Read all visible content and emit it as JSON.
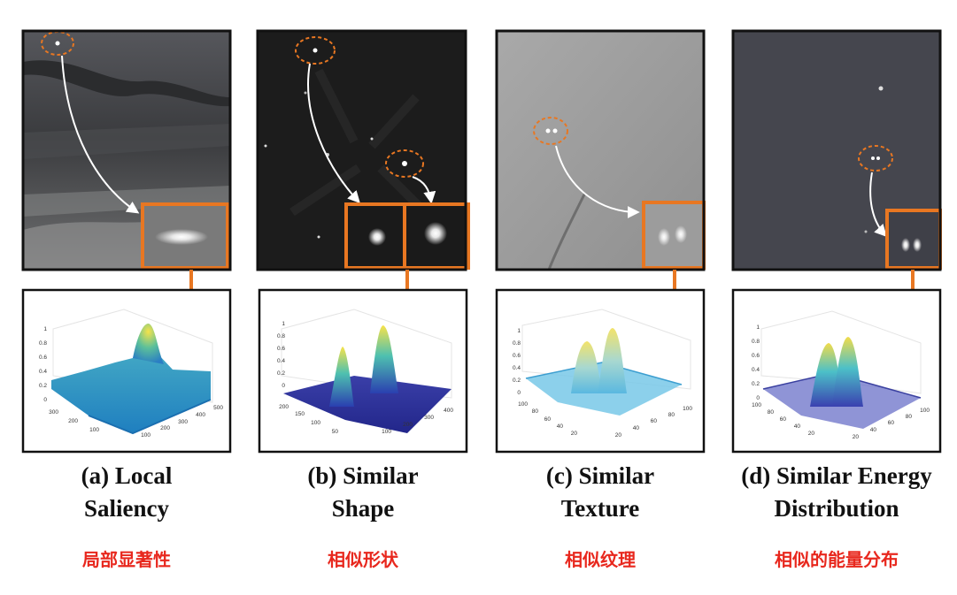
{
  "panels": [
    {
      "caption_line1": "(a) Local",
      "caption_line2": "Saliency",
      "chinese": "局部显著性",
      "y_ticks": [
        "0",
        "0.2",
        "0.4",
        "0.6",
        "0.8",
        "1"
      ],
      "x_ticks": [
        "100",
        "200",
        "300",
        "400",
        "500"
      ],
      "z_ticks": [
        "100",
        "200",
        "300"
      ]
    },
    {
      "caption_line1": "(b) Similar",
      "caption_line2": "Shape",
      "chinese": "相似形状",
      "y_ticks": [
        "0",
        "0.2",
        "0.4",
        "0.6",
        "0.8",
        "1"
      ],
      "x_ticks": [
        "100",
        "200",
        "300",
        "400"
      ],
      "z_ticks": [
        "50",
        "100",
        "150",
        "200"
      ]
    },
    {
      "caption_line1": "(c) Similar",
      "caption_line2": "Texture",
      "chinese": "相似纹理",
      "y_ticks": [
        "0",
        "0.2",
        "0.4",
        "0.6",
        "0.8",
        "1"
      ],
      "x_ticks": [
        "20",
        "40",
        "60",
        "80",
        "100"
      ],
      "z_ticks": [
        "20",
        "40",
        "60",
        "80",
        "100"
      ]
    },
    {
      "caption_line1": "(d) Similar Energy",
      "caption_line2": "Distribution",
      "chinese": "相似的能量分布",
      "y_ticks": [
        "0",
        "0.2",
        "0.4",
        "0.6",
        "0.8",
        "1"
      ],
      "x_ticks": [
        "20",
        "40",
        "60",
        "80",
        "100"
      ],
      "z_ticks": [
        "20",
        "40",
        "60",
        "80",
        "100"
      ]
    }
  ],
  "colors": {
    "accent": "#e87722",
    "caption_cn": "#e8281e",
    "frame": "#111111"
  }
}
